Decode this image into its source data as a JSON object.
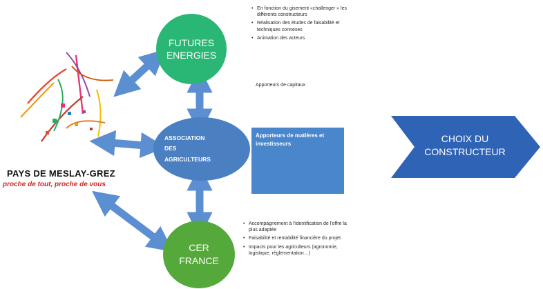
{
  "nodes": {
    "futures_energies": {
      "label": "FUTURES\nENERGIES"
    },
    "association": {
      "label": "ASSOCIATION\nDES\nAGRICULTEURS"
    },
    "cer_france": {
      "label": "CER\nFRANCE"
    }
  },
  "box": {
    "label": "Apporteurs de matières et investisseurs"
  },
  "notes_top": [
    "En fonction du gisement «challenger » les différents constructeurs",
    "Réalisation des études de faisabilité et techniques connexes",
    "Animation des acteurs"
  ],
  "note_capital": "Apporteurs de capitaux",
  "notes_bottom": [
    "Accompagnement à l'identification de l'offre la plus adaptée",
    "Faisabilité et rentabilité financière du projet",
    "Impacts pour les agriculteurs (agronomie, logistique, réglementation…)"
  ],
  "logo": {
    "title": "PAYS DE MESLAY-GREZ",
    "tagline": "proche de tout, proche de vous"
  },
  "chevron": {
    "label": "CHOIX DU\nCONSTRUCTEUR"
  },
  "colors": {
    "futures_energies": "#2ab675",
    "association": "#4a7fc2",
    "cer_france": "#55a83a",
    "arrow": "#5b8fd1",
    "chevron": "#2f63b6"
  }
}
